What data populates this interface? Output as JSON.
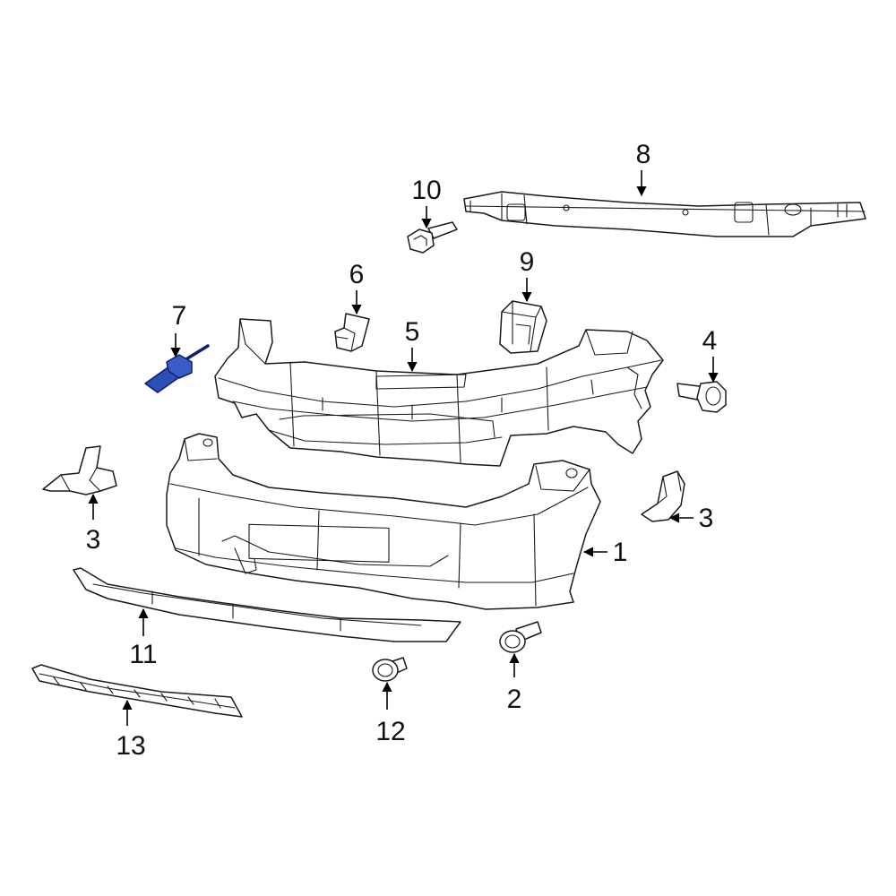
{
  "colors": {
    "line": "#1a1a1a",
    "highlight": "#2d4fb8",
    "highlight_stroke": "#0e1f6b",
    "background": "#ffffff"
  },
  "callouts": [
    {
      "id": "1",
      "label": "1"
    },
    {
      "id": "2",
      "label": "2"
    },
    {
      "id": "3a",
      "label": "3"
    },
    {
      "id": "3b",
      "label": "3"
    },
    {
      "id": "4",
      "label": "4"
    },
    {
      "id": "5",
      "label": "5"
    },
    {
      "id": "6",
      "label": "6"
    },
    {
      "id": "7",
      "label": "7"
    },
    {
      "id": "8",
      "label": "8"
    },
    {
      "id": "9",
      "label": "9"
    },
    {
      "id": "10",
      "label": "10"
    },
    {
      "id": "11",
      "label": "11"
    },
    {
      "id": "12",
      "label": "12"
    },
    {
      "id": "13",
      "label": "13"
    }
  ],
  "highlighted_part": "7"
}
